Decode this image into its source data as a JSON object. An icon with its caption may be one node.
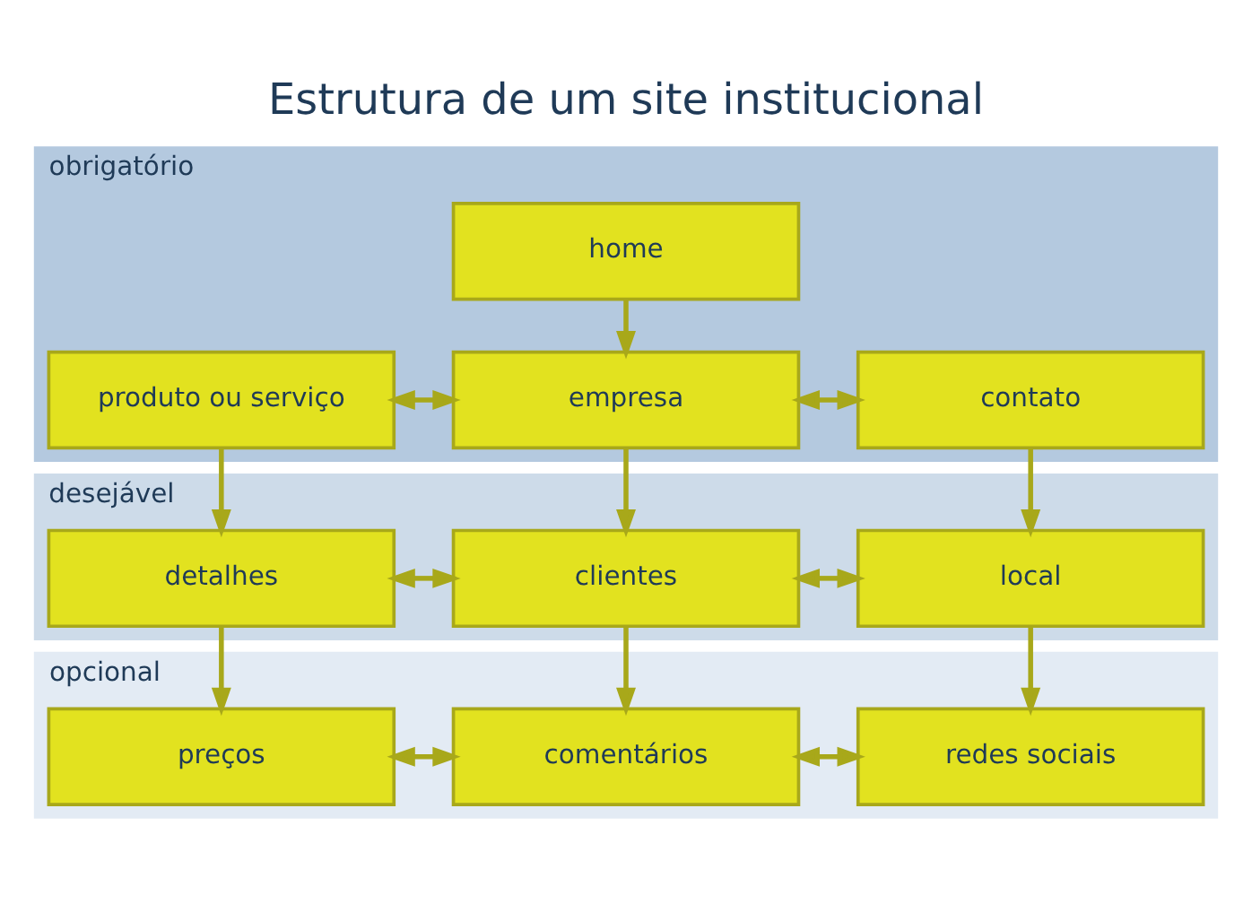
{
  "diagram": {
    "title": "Estrutura de um site institucional",
    "nodes": [
      {
        "text": [
          "obrigatório"
        ]
      },
      {
        "text": [
          "home"
        ],
        "in": 0
      },
      {
        "text": [
          "produto ou serviço"
        ],
        "in": 0
      },
      {
        "text": [
          "empresa"
        ],
        "in": 0
      },
      {
        "text": [
          "contato"
        ],
        "in": 0
      },
      {
        "text": [
          "desejável"
        ]
      },
      {
        "text": [
          "detalhes"
        ],
        "in": 5
      },
      {
        "text": [
          "clientes"
        ],
        "in": 5
      },
      {
        "text": [
          "local"
        ],
        "in": 5
      },
      {
        "text": [
          "opcional"
        ]
      },
      {
        "text": [
          "preços"
        ],
        "in": 9
      },
      {
        "text": [
          "comentários"
        ],
        "in": 9
      },
      {
        "text": [
          "redes sociais"
        ],
        "in": 9
      }
    ],
    "edges": [
      {
        "from": 1,
        "to": 3,
        "arrow": "to"
      },
      {
        "from": 2,
        "to": 3,
        "arrow": "both"
      },
      {
        "from": 3,
        "to": 4,
        "arrow": "both"
      },
      {
        "from": 2,
        "to": 6,
        "arrow": "to"
      },
      {
        "from": 3,
        "to": 7,
        "arrow": "to"
      },
      {
        "from": 4,
        "to": 8,
        "arrow": "to"
      },
      {
        "from": 6,
        "to": 7,
        "arrow": "both"
      },
      {
        "from": 7,
        "to": 8,
        "arrow": "both"
      },
      {
        "from": 6,
        "to": 10,
        "arrow": "to"
      },
      {
        "from": 7,
        "to": 11,
        "arrow": "to"
      },
      {
        "from": 8,
        "to": 12,
        "arrow": "to"
      },
      {
        "from": 10,
        "to": 11,
        "arrow": "both"
      },
      {
        "from": 11,
        "to": 12,
        "arrow": "both"
      }
    ]
  }
}
